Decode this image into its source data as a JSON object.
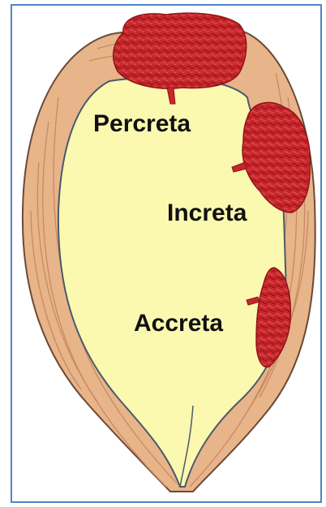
{
  "labels": {
    "percreta": "Percreta",
    "increta": "Increta",
    "accreta": "Accreta"
  },
  "colors": {
    "border": "#4f86c6",
    "uterine_wall": "#e8b48a",
    "uterine_wall_dark": "#c98a60",
    "cavity": "#fbf8b0",
    "placenta": "#c8262b",
    "placenta_dark": "#8e1418"
  }
}
